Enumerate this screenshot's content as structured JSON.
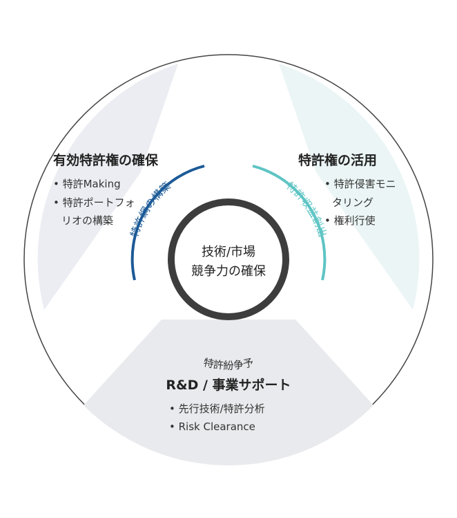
{
  "center": {
    "line1": "技術/市場",
    "line2": "競争力の確保"
  },
  "segments": {
    "left": {
      "title": "有効特許権の確保",
      "bullets": [
        "• 特許Making",
        "• 特許ポートフォ",
        "リオの構築"
      ]
    },
    "right": {
      "title": "特許権の活用",
      "bullets": [
        "• 特許侵害モニ",
        "タリング",
        "• 権利行使"
      ]
    },
    "bottom": {
      "title": "R&D / 事業サポート",
      "bullets": [
        "• 先行技術/特許分析",
        "• Risk Clearance"
      ]
    }
  },
  "arc_labels": {
    "left": "特許網の構築",
    "right": "特許収益創出",
    "bottom": "特許紛争予"
  },
  "colors": {
    "left_fill": "#ebedf2",
    "right_fill": "#ebf5f5",
    "bottom_fill": "#e9eaed",
    "left_arc": "#1c5a96",
    "right_arc": "#5ec4c4",
    "bottom_label": "#333333",
    "center_ring": "#3d3d3d",
    "outer_ring": "#444444"
  }
}
